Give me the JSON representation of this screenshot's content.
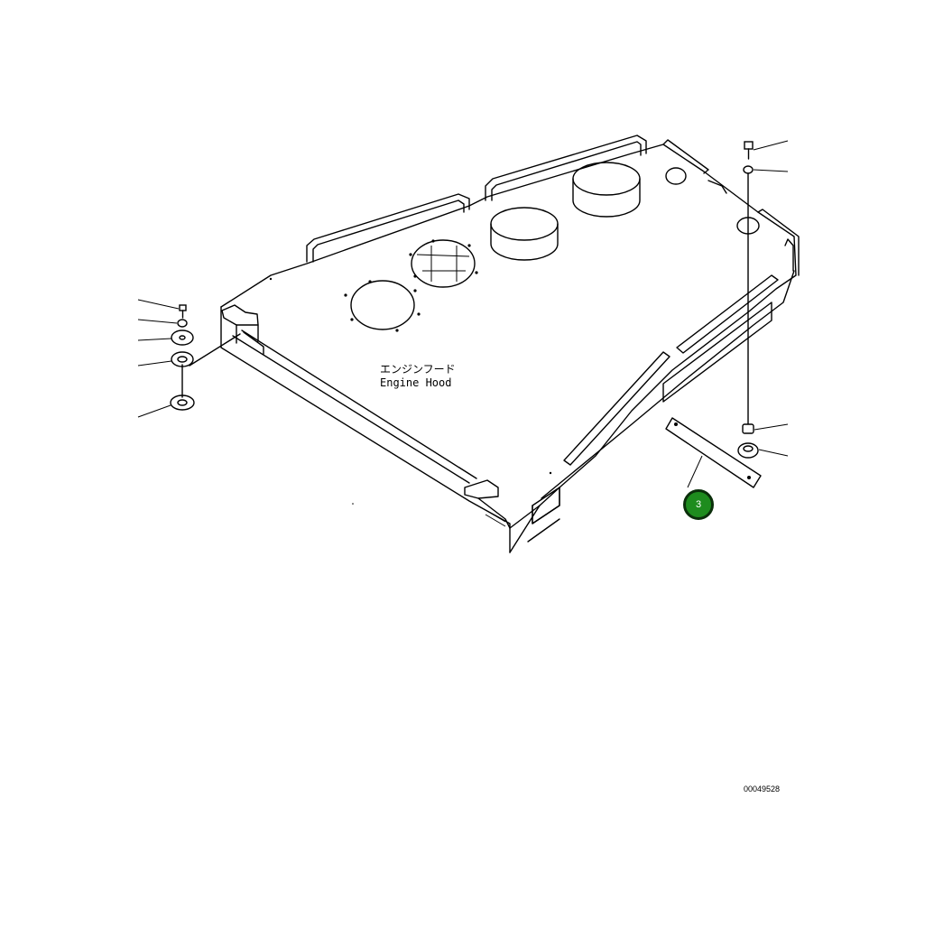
{
  "diagram": {
    "part_label_jp": "エンジンフード",
    "part_label_en": "Engine Hood",
    "callouts": [
      {
        "number": "3",
        "color": "#1e8c1e"
      }
    ],
    "drawing_number": "00049528"
  }
}
